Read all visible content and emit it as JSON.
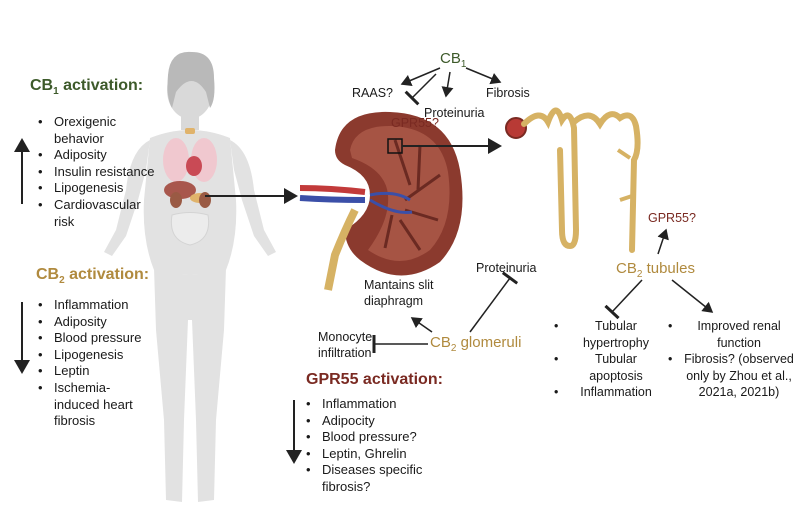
{
  "cb1_activation": {
    "title_prefix": "CB",
    "title_sub": "1",
    "title_suffix": " activation:",
    "items": [
      "Orexigenic behavior",
      "Adiposity",
      "Insulin resistance",
      "Lipogenesis",
      "Cardiovascular risk"
    ]
  },
  "cb2_activation": {
    "title_prefix": "CB",
    "title_sub": "2",
    "title_suffix": " activation:",
    "items": [
      "Inflammation",
      "Adiposity",
      "Blood pressure",
      "Lipogenesis",
      "Leptin",
      "Ischemia-induced heart fibrosis"
    ]
  },
  "gpr55_activation": {
    "title": "GPR55 activation:",
    "items": [
      "Inflammation",
      "Adipocity",
      "Blood pressure?",
      "Leptin, Ghrelin",
      "Diseases specific fibrosis?"
    ]
  },
  "cb1_kidney": {
    "label_prefix": "CB",
    "label_sub": "1",
    "raas": "RAAS?",
    "proteinuria": "Proteinuria",
    "fibrosis": "Fibrosis",
    "gpr55": "GPR55?"
  },
  "cb2_glomeruli": {
    "label_prefix": "CB",
    "label_sub": "2",
    "label_suffix": " glomeruli",
    "proteinuria": "Proteinuria",
    "slit_line1": "Mantains slit",
    "slit_line2": "diaphragm",
    "monocyte_line1": "Monocyte",
    "monocyte_line2": "infiltration"
  },
  "cb2_tubules": {
    "label_prefix": "CB",
    "label_sub": "2",
    "label_suffix": " tubules",
    "gpr55": "GPR55?",
    "inhibited": [
      "Tubular hypertrophy",
      "Tubular apoptosis",
      "Inflammation"
    ],
    "promoted": [
      "Improved renal function",
      "Fibrosis? (observed only by Zhou et al., 2021a, 2021b)"
    ]
  },
  "colors": {
    "cb1": "#3d5a2a",
    "cb2": "#b08a3e",
    "gpr55": "#7a2a22",
    "kidney": "#8b3a2e",
    "arrow": "#222222"
  }
}
